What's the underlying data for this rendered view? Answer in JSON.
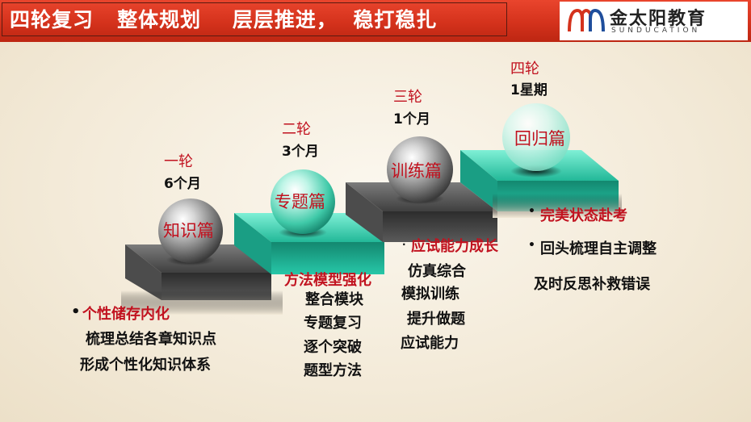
{
  "header": {
    "title": "四轮复习   整体规划    层层推进，  稳打稳扎"
  },
  "logo": {
    "name": "金太阳教育",
    "subtitle": "SUNDUCATION"
  },
  "stages": [
    {
      "round": "一轮",
      "duration": "6个月",
      "ball_label": "知识篇",
      "bullet": "•",
      "heading": "个性储存内化",
      "items": [
        "梳理总结各章知识点",
        "形成个性化知识体系"
      ]
    },
    {
      "round": "二轮",
      "duration": "3个月",
      "ball_label": "专题篇",
      "heading": "方法模型强化",
      "items": [
        "整合模块",
        "专题复习",
        "逐个突破",
        "题型方法"
      ]
    },
    {
      "round": "三轮",
      "duration": "1个月",
      "ball_label": "训练篇",
      "bullet": "·",
      "heading": "应试能力成长",
      "items": [
        "仿真综合",
        "模拟训练",
        "提升做题",
        "应试能力"
      ]
    },
    {
      "round": "四轮",
      "duration": "1星期",
      "ball_label": "回归篇",
      "bullets": [
        "•",
        "•"
      ],
      "heading": "完美状态赴考",
      "items": [
        "回头梳理自主调整",
        "及时反思补救错误"
      ]
    }
  ],
  "colors": {
    "header_red": "#d4321c",
    "label_red": "#c1121f",
    "teal_step": "#27c7a8",
    "gray_step": "#8a8a8a"
  }
}
